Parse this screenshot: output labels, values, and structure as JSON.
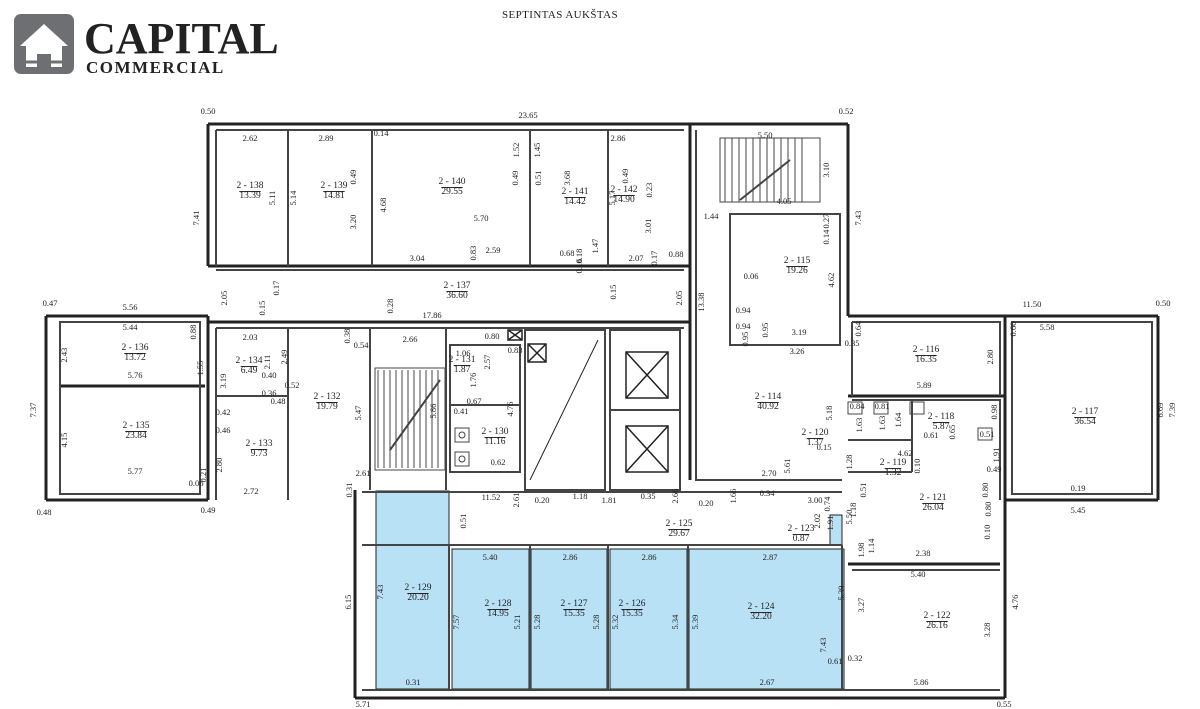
{
  "header": {
    "title": "SEPTINTAS AUKŠTAS"
  },
  "logo": {
    "word1": "CAPITAL",
    "word2": "COMMERCIAL",
    "color": "#6d6f73"
  },
  "colors": {
    "highlight": "#b9e1f5",
    "wall": "#222222",
    "line": "#444444"
  },
  "rooms": [
    {
      "name": "2 - 138",
      "area": "13.39"
    },
    {
      "name": "2 - 139",
      "area": "14.81"
    },
    {
      "name": "2 - 140",
      "area": "29.55"
    },
    {
      "name": "2 - 141",
      "area": "14.42"
    },
    {
      "name": "2 - 142",
      "area": "14.90"
    },
    {
      "name": "2 - 137",
      "area": "36.60"
    },
    {
      "name": "2 - 136",
      "area": "13.72"
    },
    {
      "name": "2 - 135",
      "area": "23.84"
    },
    {
      "name": "2 - 134",
      "area": "6.49"
    },
    {
      "name": "2 - 133",
      "area": "9.73"
    },
    {
      "name": "2 - 132",
      "area": "19.79"
    },
    {
      "name": "2 - 131",
      "area": "1.87"
    },
    {
      "name": "2 - 130",
      "area": "11.16"
    },
    {
      "name": "2 - 115",
      "area": "19.26"
    },
    {
      "name": "2 - 114",
      "area": "40.92"
    },
    {
      "name": "2 - 116",
      "area": "16.35"
    },
    {
      "name": "2 - 117",
      "area": "36.54"
    },
    {
      "name": "2 - 118",
      "area": "5.87"
    },
    {
      "name": "2 - 119",
      "area": "1.32"
    },
    {
      "name": "2 - 120",
      "area": "1.37"
    },
    {
      "name": "2 - 121",
      "area": "26.04"
    },
    {
      "name": "2 - 122",
      "area": "26.16"
    },
    {
      "name": "2 - 123",
      "area": "0.87"
    },
    {
      "name": "2 - 124",
      "area": "32.20"
    },
    {
      "name": "2 - 125",
      "area": "29.67"
    },
    {
      "name": "2 - 126",
      "area": "15.35"
    },
    {
      "name": "2 - 127",
      "area": "15.35"
    },
    {
      "name": "2 - 128",
      "area": "14.95"
    },
    {
      "name": "2 - 129",
      "area": "20.20"
    }
  ],
  "dims": [
    "0.50",
    "23.65",
    "0.52",
    "2.62",
    "2.89",
    "0.14",
    "2.86",
    "5.50",
    "5.11",
    "5.14",
    "0.49",
    "3.20",
    "4.68",
    "1.52",
    "0.49",
    "1.45",
    "0.51",
    "3.68",
    "5.17",
    "0.49",
    "0.23",
    "3.01",
    "3.10",
    "4.05",
    "1.44",
    "0.27",
    "0.14",
    "5.70",
    "3.04",
    "0.83",
    "2.59",
    "0.68",
    "0.18",
    "0.16",
    "1.47",
    "2.07",
    "0.17",
    "0.88",
    "7.41",
    "7.43",
    "4.62",
    "0.06",
    "0.17",
    "0.15",
    "0.15",
    "2.05",
    "2.05",
    "13.38",
    "0.94",
    "0.94",
    "0.95",
    "0.95",
    "3.19",
    "0.28",
    "17.86",
    "0.47",
    "5.56",
    "11.50",
    "0.50",
    "5.44",
    "0.88",
    "2.03",
    "0.38",
    "0.54",
    "2.66",
    "0.80",
    "0.83",
    "3.26",
    "0.35",
    "0.64",
    "0.60",
    "5.58",
    "2.43",
    "5.76",
    "1.55",
    "3.19",
    "2.11",
    "0.40",
    "0.52",
    "0.36",
    "0.48",
    "2.49",
    "1.06",
    "2.57",
    "1.76",
    "7.37",
    "4.15",
    "0.42",
    "0.46",
    "5.47",
    "5.86",
    "0.41",
    "0.67",
    "4.76",
    "2.80",
    "5.89",
    "7.39",
    "6.69",
    "5.18",
    "0.84",
    "0.81",
    "1.63",
    "1.64",
    "1.63",
    "0.98",
    "0.61",
    "0.65",
    "0.51",
    "4.62",
    "0.10",
    "0.15",
    "1.28",
    "1.91",
    "0.49",
    "5.77",
    "0.21",
    "2.80",
    "2.72",
    "2.61",
    "0.31",
    "0.62",
    "2.70",
    "5.61",
    "0.06",
    "0.48",
    "0.49",
    "11.52",
    "2.61",
    "0.20",
    "1.18",
    "1.81",
    "0.35",
    "2.66",
    "0.20",
    "1.66",
    "0.34",
    "3.00",
    "0.74",
    "0.51",
    "0.80",
    "0.80",
    "0.19",
    "5.45",
    "5.50",
    "1.18",
    "0.51",
    "2.02",
    "1.91",
    "1.98",
    "1.14",
    "0.10",
    "2.38",
    "5.40",
    "5.40",
    "2.86",
    "2.86",
    "2.87",
    "6.15",
    "7.43",
    "7.57",
    "5.21",
    "5.28",
    "5.28",
    "5.32",
    "5.34",
    "5.39",
    "5.39",
    "3.27",
    "3.28",
    "4.76",
    "7.43",
    "0.61",
    "0.32",
    "0.31",
    "2.67",
    "5.86",
    "5.71",
    "0.55",
    "0.50"
  ]
}
